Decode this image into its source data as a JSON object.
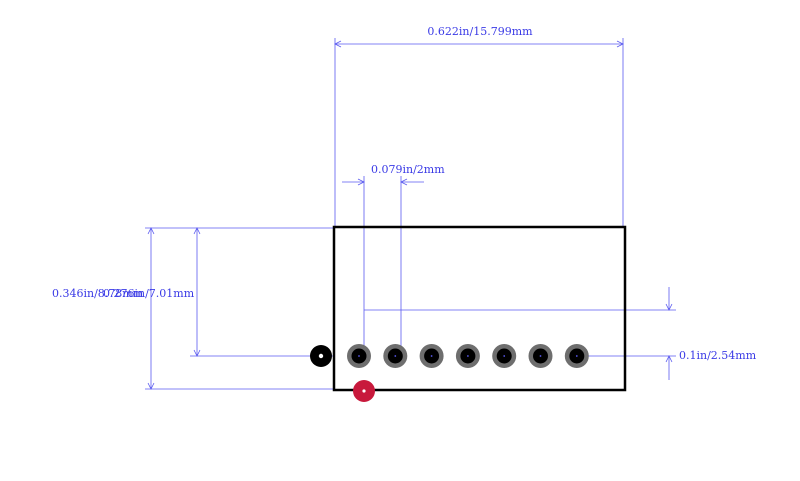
{
  "dimensions": {
    "width_label": "0.622in/15.799mm",
    "pin_spacing_label": "0.079in/2mm",
    "height_outer_label": "0.346in/8.78mm",
    "height_inner_label": "0.276in/7.01mm",
    "offset_label": "0.1in/2.54mm"
  },
  "pins": {
    "count": 7
  },
  "colors": {
    "dimension": "#5a5af0",
    "outline": "#000000",
    "pad": "#6e6e6e",
    "pin1_marker": "#000000",
    "origin_marker": "#c8193c"
  }
}
